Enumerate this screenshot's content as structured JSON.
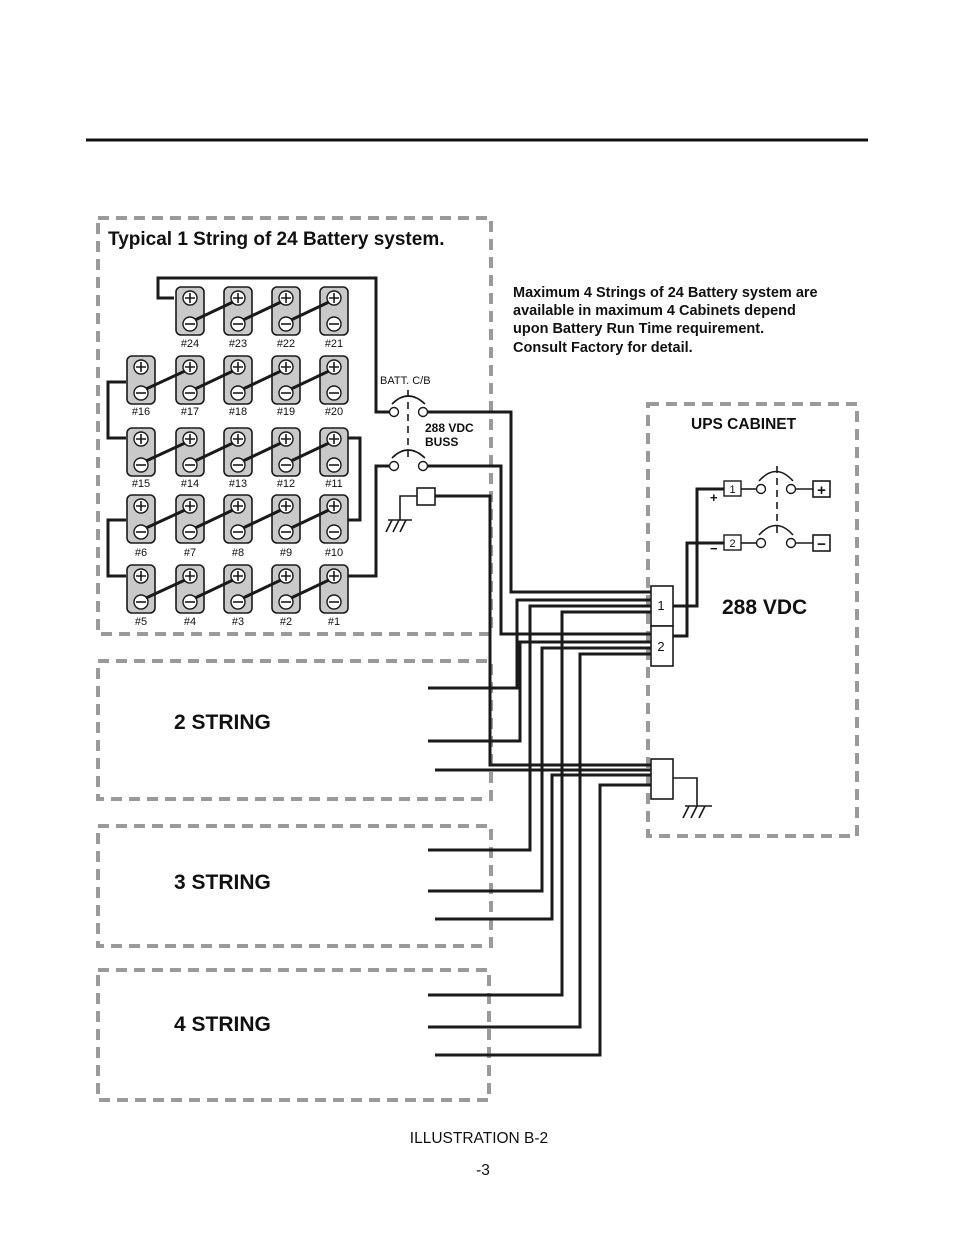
{
  "string1_box": {
    "title": "Typical 1 String of 24 Battery system.",
    "battery_labels": [
      "#24",
      "#23",
      "#22",
      "#21",
      "#16",
      "#17",
      "#18",
      "#19",
      "#20",
      "#15",
      "#14",
      "#13",
      "#12",
      "#11",
      "#6",
      "#7",
      "#8",
      "#9",
      "#10",
      "#5",
      "#4",
      "#3",
      "#2",
      "#1"
    ],
    "breaker_label": "BATT. C/B",
    "buss_label_line1": "288 VDC",
    "buss_label_line2": "BUSS"
  },
  "note": {
    "line1": "Maximum 4 Strings of 24 Battery system are",
    "line2": "available in maximum 4 Cabinets depend",
    "line3": "upon Battery Run Time requirement.",
    "line4": "Consult Factory for detail."
  },
  "ups_cabinet": {
    "title": "UPS CABINET",
    "terminal_1": "1",
    "terminal_2": "2",
    "plus_sign": "+",
    "minus_sign": "−",
    "block_1": "1",
    "block_2": "2",
    "voltage": "288 VDC"
  },
  "strings": {
    "string2": "2 STRING",
    "string3": "3 STRING",
    "string4": "4 STRING"
  },
  "footer": {
    "caption": "ILLUSTRATION B-2",
    "page_number": "-3"
  }
}
